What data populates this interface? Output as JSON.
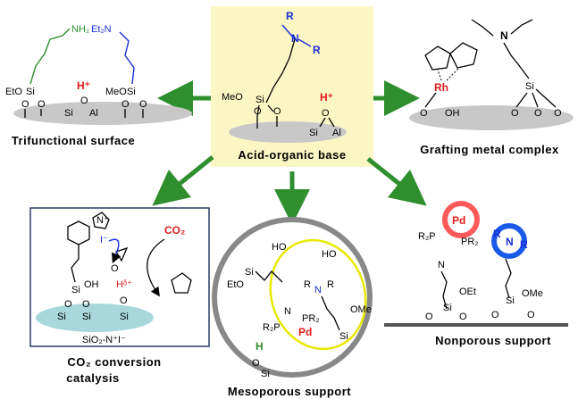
{
  "center": {
    "caption": "Acid-organic base",
    "amine_n": "N",
    "amine_r1": "R",
    "amine_r2": "R",
    "meo_si": "MeO",
    "si": "Si",
    "o": "O",
    "proton": "H⁺",
    "si2": "Si",
    "al": "Al"
  },
  "top_left": {
    "caption": "Trifunctional surface",
    "nh2": "NH₂",
    "et2n": "Et₂N",
    "eto_si": "EtO",
    "meo_si": "MeO",
    "si": "Si",
    "o": "O",
    "proton": "H⁺",
    "al": "Al"
  },
  "top_right": {
    "caption": "Grafting metal complex",
    "metal": "Rh",
    "n": "N",
    "oh": "OH",
    "si": "Si",
    "o": "O"
  },
  "bottom_left": {
    "caption_line1": "CO₂ conversion",
    "caption_line2": "catalysis",
    "co2": "CO₂",
    "n_plus": "N⁺",
    "iodide": "I⁻",
    "oh": "OH",
    "h_delta": "Hᵟ⁺",
    "o_delta": "O",
    "si": "Si",
    "o": "O",
    "support_label": "SiO₂-N⁺I⁻"
  },
  "bottom_center": {
    "caption": "Mesoporous support",
    "ho1": "HO",
    "ho2": "HO",
    "eto_si": "EtO",
    "si": "Si",
    "o": "O",
    "n": "N",
    "r1": "R",
    "r2": "R",
    "pr2": "PR₂",
    "r2p": "R₂P",
    "pd": "Pd",
    "h": "H",
    "ome": "OMe"
  },
  "bottom_right": {
    "caption": "Nonporous support",
    "pd": "Pd",
    "r2p": "R₂P",
    "pr2": "PR₂",
    "n1": "N",
    "n_blue": "N",
    "r1": "R",
    "r2": "R",
    "oet": "OEt",
    "ome": "OMe",
    "si": "Si",
    "o": "O"
  },
  "colors": {
    "center_bg": "#fbf7c4",
    "arrow_green": "#2f8f2f",
    "amine_blue": "#1a2fd8",
    "acid_red": "#e01b1b",
    "surface_gray": "#c8c8c8",
    "support_teal": "#a8d8dc",
    "frame_navy": "#2a3a6a",
    "ring_yellow": "#e8e800",
    "ring_gray": "#888888",
    "ring_red": "#ff5a5a",
    "ring_blue": "#1a5ae8"
  }
}
